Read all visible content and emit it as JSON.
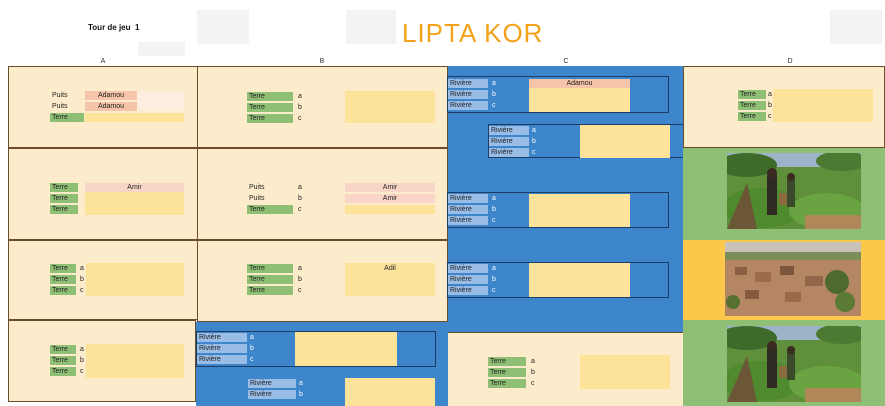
{
  "header": {
    "title": "LIPTA KOR",
    "turn_label": "Tour de jeu",
    "turn_number": "1"
  },
  "columns": [
    "A",
    "B",
    "C",
    "D"
  ],
  "labels": {
    "terre": "Terre",
    "puits": "Puits",
    "riviere": "Rivière"
  },
  "letters": [
    "a",
    "b",
    "c"
  ],
  "players": {
    "adamou": "Adamou",
    "amir": "Amir",
    "adil": "Adil"
  },
  "photos": {
    "field": "field-with-farmers-photo",
    "village": "village-aerial-photo"
  },
  "colors": {
    "title": "#f4a21b",
    "cream": "#fdeccb",
    "blue": "#3d86cc",
    "green_label": "#8fbf75",
    "yellow_fill": "#fde39a",
    "pink": "#f9d5c7"
  }
}
